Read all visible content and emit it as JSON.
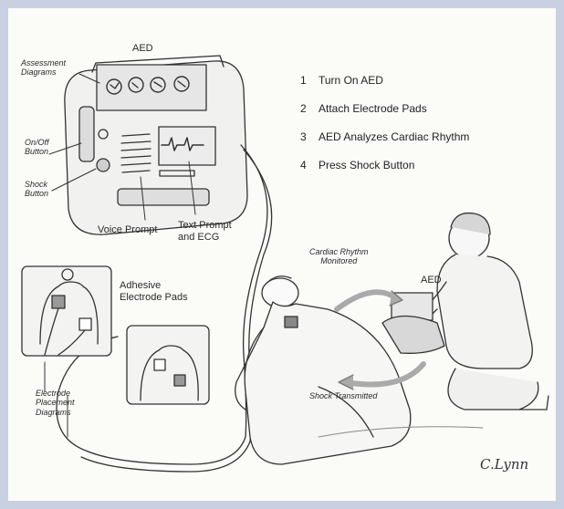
{
  "header": {
    "device_title": "AED"
  },
  "steps": [
    {
      "num": "1",
      "text": "Turn On AED"
    },
    {
      "num": "2",
      "text": "Attach Electrode Pads"
    },
    {
      "num": "3",
      "text": "AED Analyzes Cardiac Rhythm"
    },
    {
      "num": "4",
      "text": "Press Shock Button"
    }
  ],
  "labels": {
    "assessment_diagrams": "Assessment\nDiagrams",
    "on_off_button": "On/Off\nButton",
    "shock_button": "Shock\nButton",
    "voice_prompt": "Voice Prompt",
    "text_prompt": "Text Prompt\nand ECG",
    "adhesive_pads": "Adhesive\nElectrode Pads",
    "placement_diagrams": "Electrode\nPlacement\nDiagrams",
    "cardiac_rhythm": "Cardiac Rhythm\nMonitored",
    "aed_patient": "AED",
    "shock_transmitted": "Shock Transmitted"
  },
  "signature": "C.Lynn"
}
